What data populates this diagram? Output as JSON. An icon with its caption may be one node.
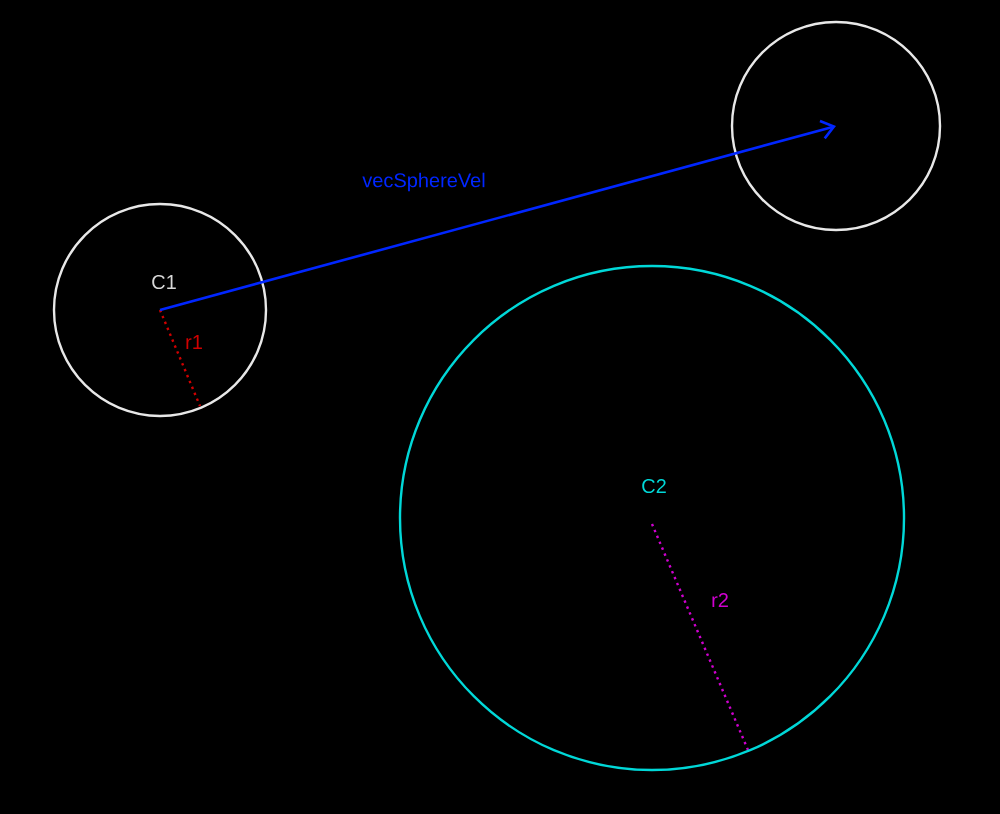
{
  "diagram": {
    "nodes": [
      {
        "text": [
          "C1"
        ]
      },
      {
        "text": [],
        "shape": "circle"
      },
      {
        "text": [
          "C2"
        ]
      }
    ],
    "edges": [
      {
        "from": 0,
        "to": 1,
        "arrow": "to",
        "label": "vecSphereVel"
      }
    ],
    "labels": [
      "r1",
      "r2"
    ]
  }
}
